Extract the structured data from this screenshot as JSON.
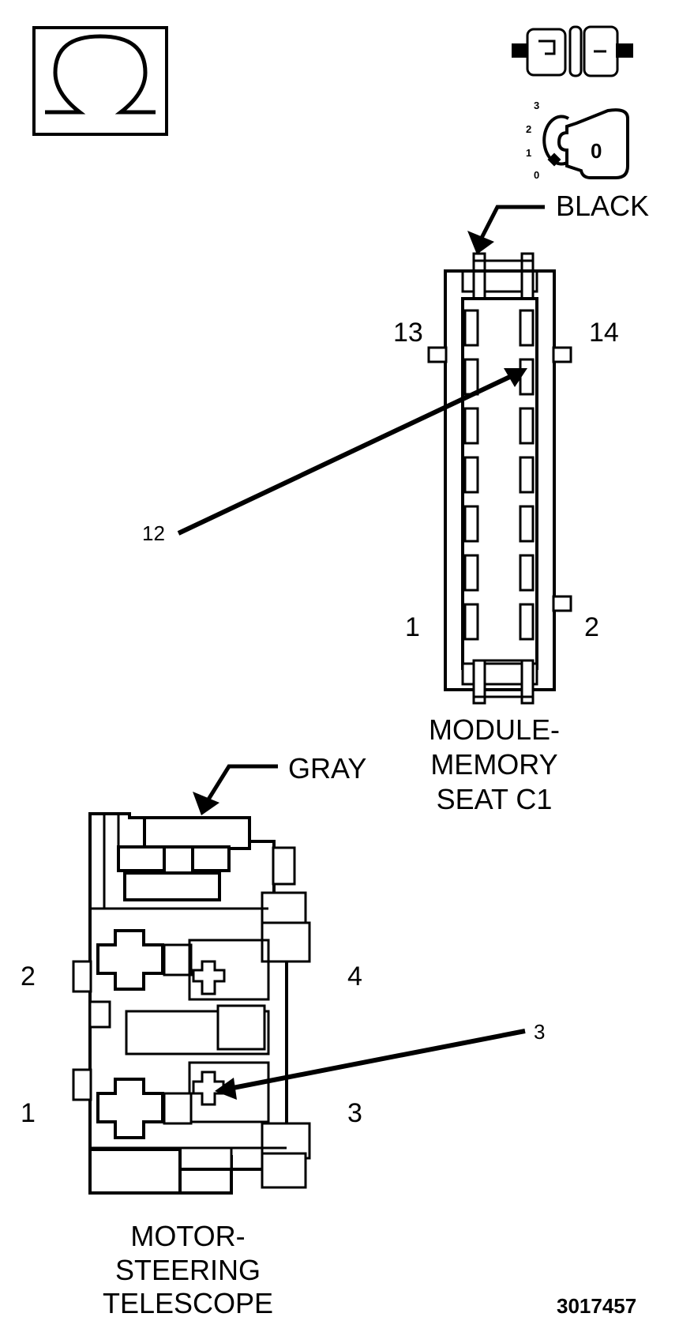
{
  "legend": {
    "ohm_symbol": "Ω",
    "key": {
      "positions": [
        "3",
        "2",
        "1",
        "0"
      ],
      "key_label": "0"
    }
  },
  "module_connector": {
    "color_label": "BLACK",
    "pin_top_left": "13",
    "pin_top_right": "14",
    "pin_bottom_left": "1",
    "pin_bottom_right": "2",
    "callout_pin": "12",
    "name_lines": [
      "MODULE-",
      "MEMORY",
      "SEAT C1"
    ]
  },
  "motor_connector": {
    "color_label": "GRAY",
    "pin_2": "2",
    "pin_4": "4",
    "pin_1": "1",
    "pin_3": "3",
    "callout_pin": "3",
    "name_lines": [
      "MOTOR-",
      "STEERING",
      "TELESCOPE"
    ]
  },
  "figure_number": "3017457"
}
